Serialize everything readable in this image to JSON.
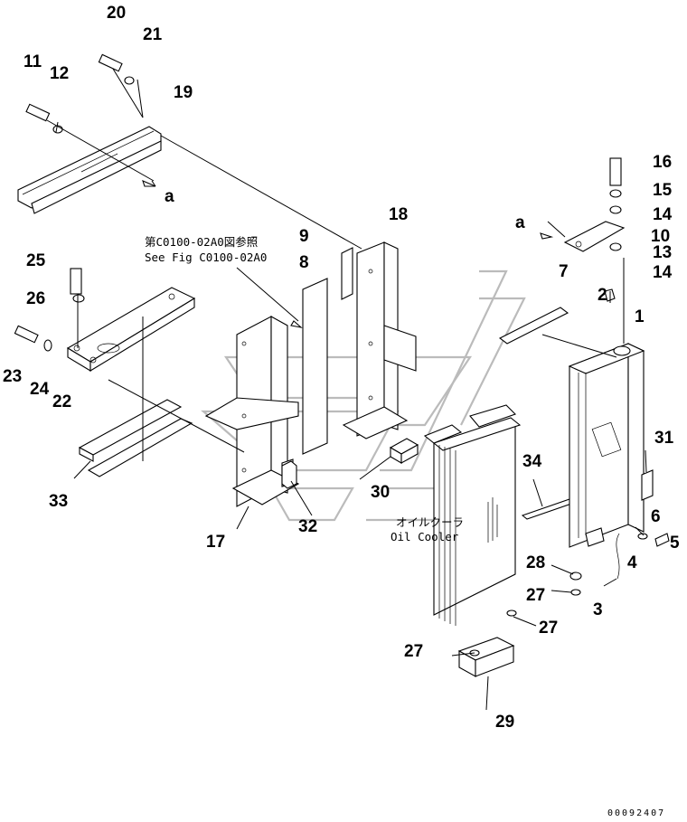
{
  "diagram": {
    "callouts": [
      "1",
      "2",
      "3",
      "4",
      "5",
      "6",
      "7",
      "8",
      "9",
      "10",
      "11",
      "12",
      "13",
      "14",
      "15",
      "16",
      "17",
      "18",
      "19",
      "20",
      "21",
      "22",
      "23",
      "24",
      "25",
      "26",
      "27",
      "28",
      "29",
      "30",
      "31",
      "32",
      "33",
      "34"
    ],
    "reference_marker": "a",
    "note_japanese": "第C0100-02A0図参照",
    "note_english": "See Fig C0100-02A0",
    "oil_cooler_japanese": "オイルクーラ",
    "oil_cooler_english": "Oil Cooler",
    "drawing_number": "00092407"
  }
}
